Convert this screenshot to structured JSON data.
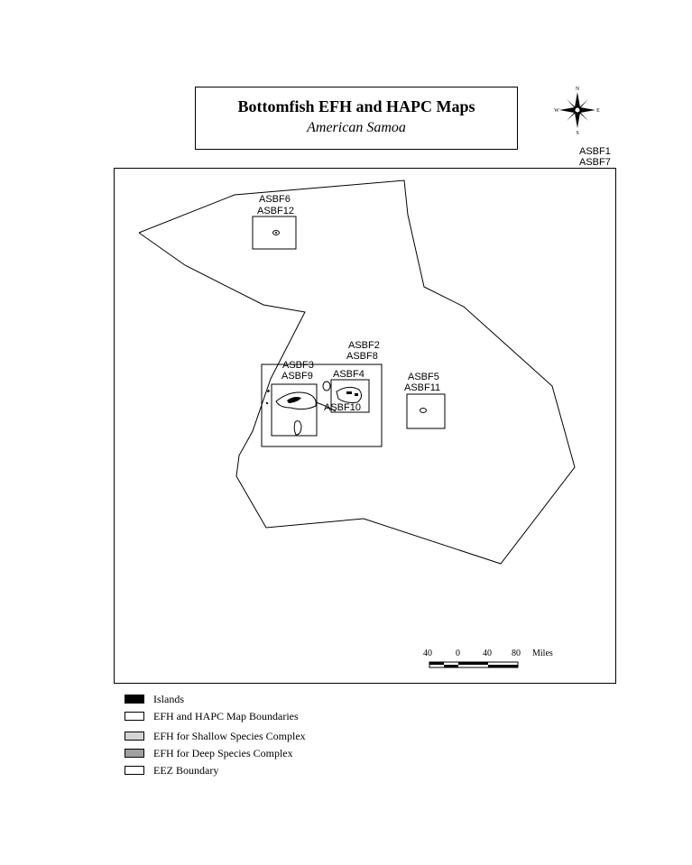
{
  "title": "Bottomfish EFH and HAPC Maps",
  "subtitle": "American Samoa",
  "compass": {
    "n": "N",
    "s": "S",
    "e": "E",
    "w": "W"
  },
  "map_labels": {
    "asbf1": "ASBF1",
    "asbf7": "ASBF7",
    "asbf6": "ASBF6",
    "asbf12": "ASBF12",
    "asbf2": "ASBF2",
    "asbf8": "ASBF8",
    "asbf3": "ASBF3",
    "asbf9": "ASBF9",
    "asbf4": "ASBF4",
    "asbf10": "ASBF10",
    "asbf5": "ASBF5",
    "asbf11": "ASBF11"
  },
  "scale_bar": {
    "ticks": [
      "40",
      "0",
      "40",
      "80"
    ],
    "unit": "Miles"
  },
  "legend": [
    {
      "label": "Islands",
      "color": "#000000"
    },
    {
      "label": "EFH and HAPC Map Boundaries",
      "color": "#ffffff"
    },
    {
      "label": "EFH for Shallow Species Complex",
      "color": "#d4d4d4"
    },
    {
      "label": "EFH for Deep Species Complex",
      "color": "#a0a0a0"
    },
    {
      "label": "EEZ Boundary",
      "color": "#ffffff"
    }
  ]
}
